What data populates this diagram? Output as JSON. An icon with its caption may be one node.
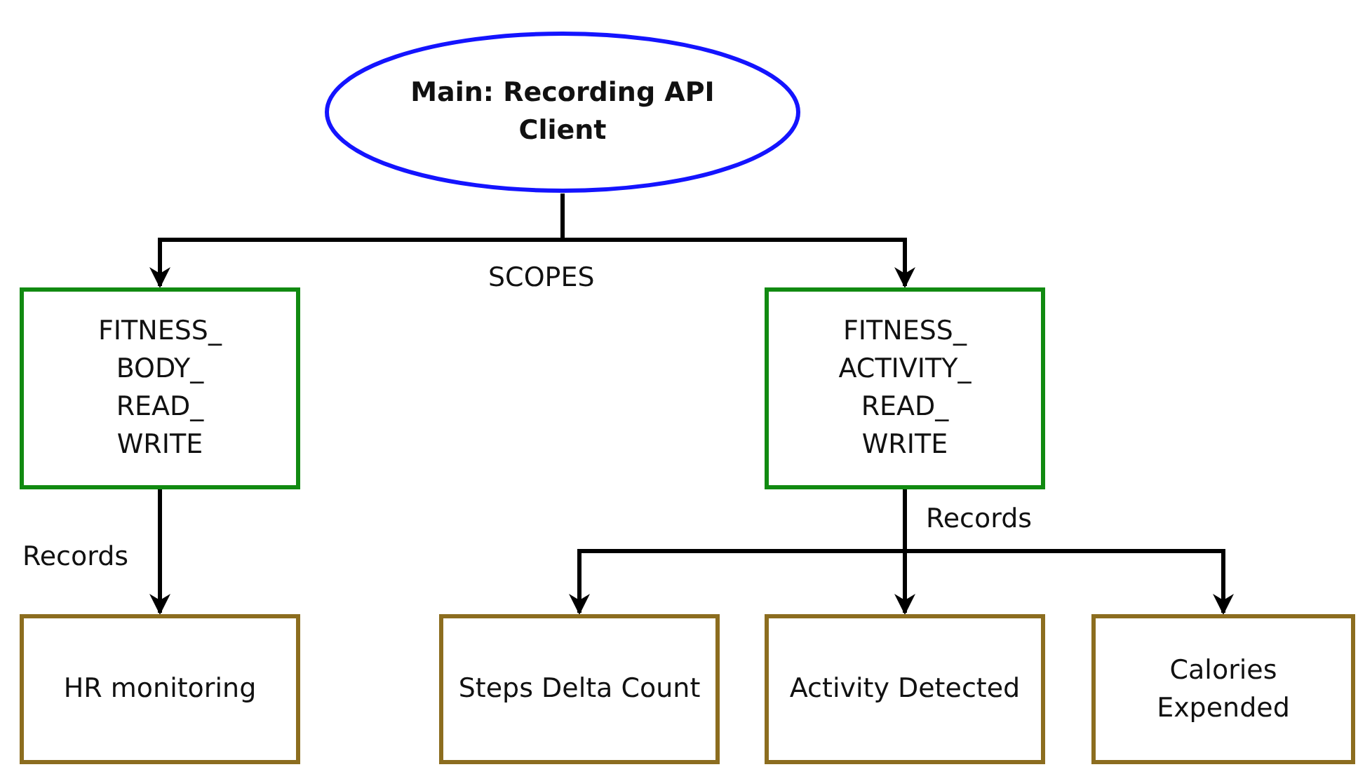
{
  "diagram": {
    "nodes": [
      {
        "text": [
          "Main: Recording API Client"
        ]
      },
      {
        "text": [
          "FITNESS_ BODY_ READ_ WRITE"
        ]
      },
      {
        "text": [
          "FITNESS_ ACTIVITY_ READ_ WRITE"
        ]
      },
      {
        "text": [
          "HR monitoring"
        ]
      },
      {
        "text": [
          "Steps Delta Count"
        ]
      },
      {
        "text": [
          "Activity Detected"
        ]
      },
      {
        "text": [
          "Calories Expended"
        ]
      }
    ],
    "edges": [
      {
        "from": 0,
        "to": 1,
        "arrow": "to"
      },
      {
        "from": 0,
        "to": 2,
        "arrow": "to"
      },
      {
        "from": 1,
        "to": 3,
        "arrow": "to",
        "label": "Records"
      },
      {
        "from": 2,
        "to": 4,
        "arrow": "to"
      },
      {
        "from": 2,
        "to": 5,
        "arrow": "to",
        "label": "Records"
      },
      {
        "from": 2,
        "to": 6,
        "arrow": "to"
      }
    ],
    "labels": [
      "SCOPES"
    ]
  }
}
